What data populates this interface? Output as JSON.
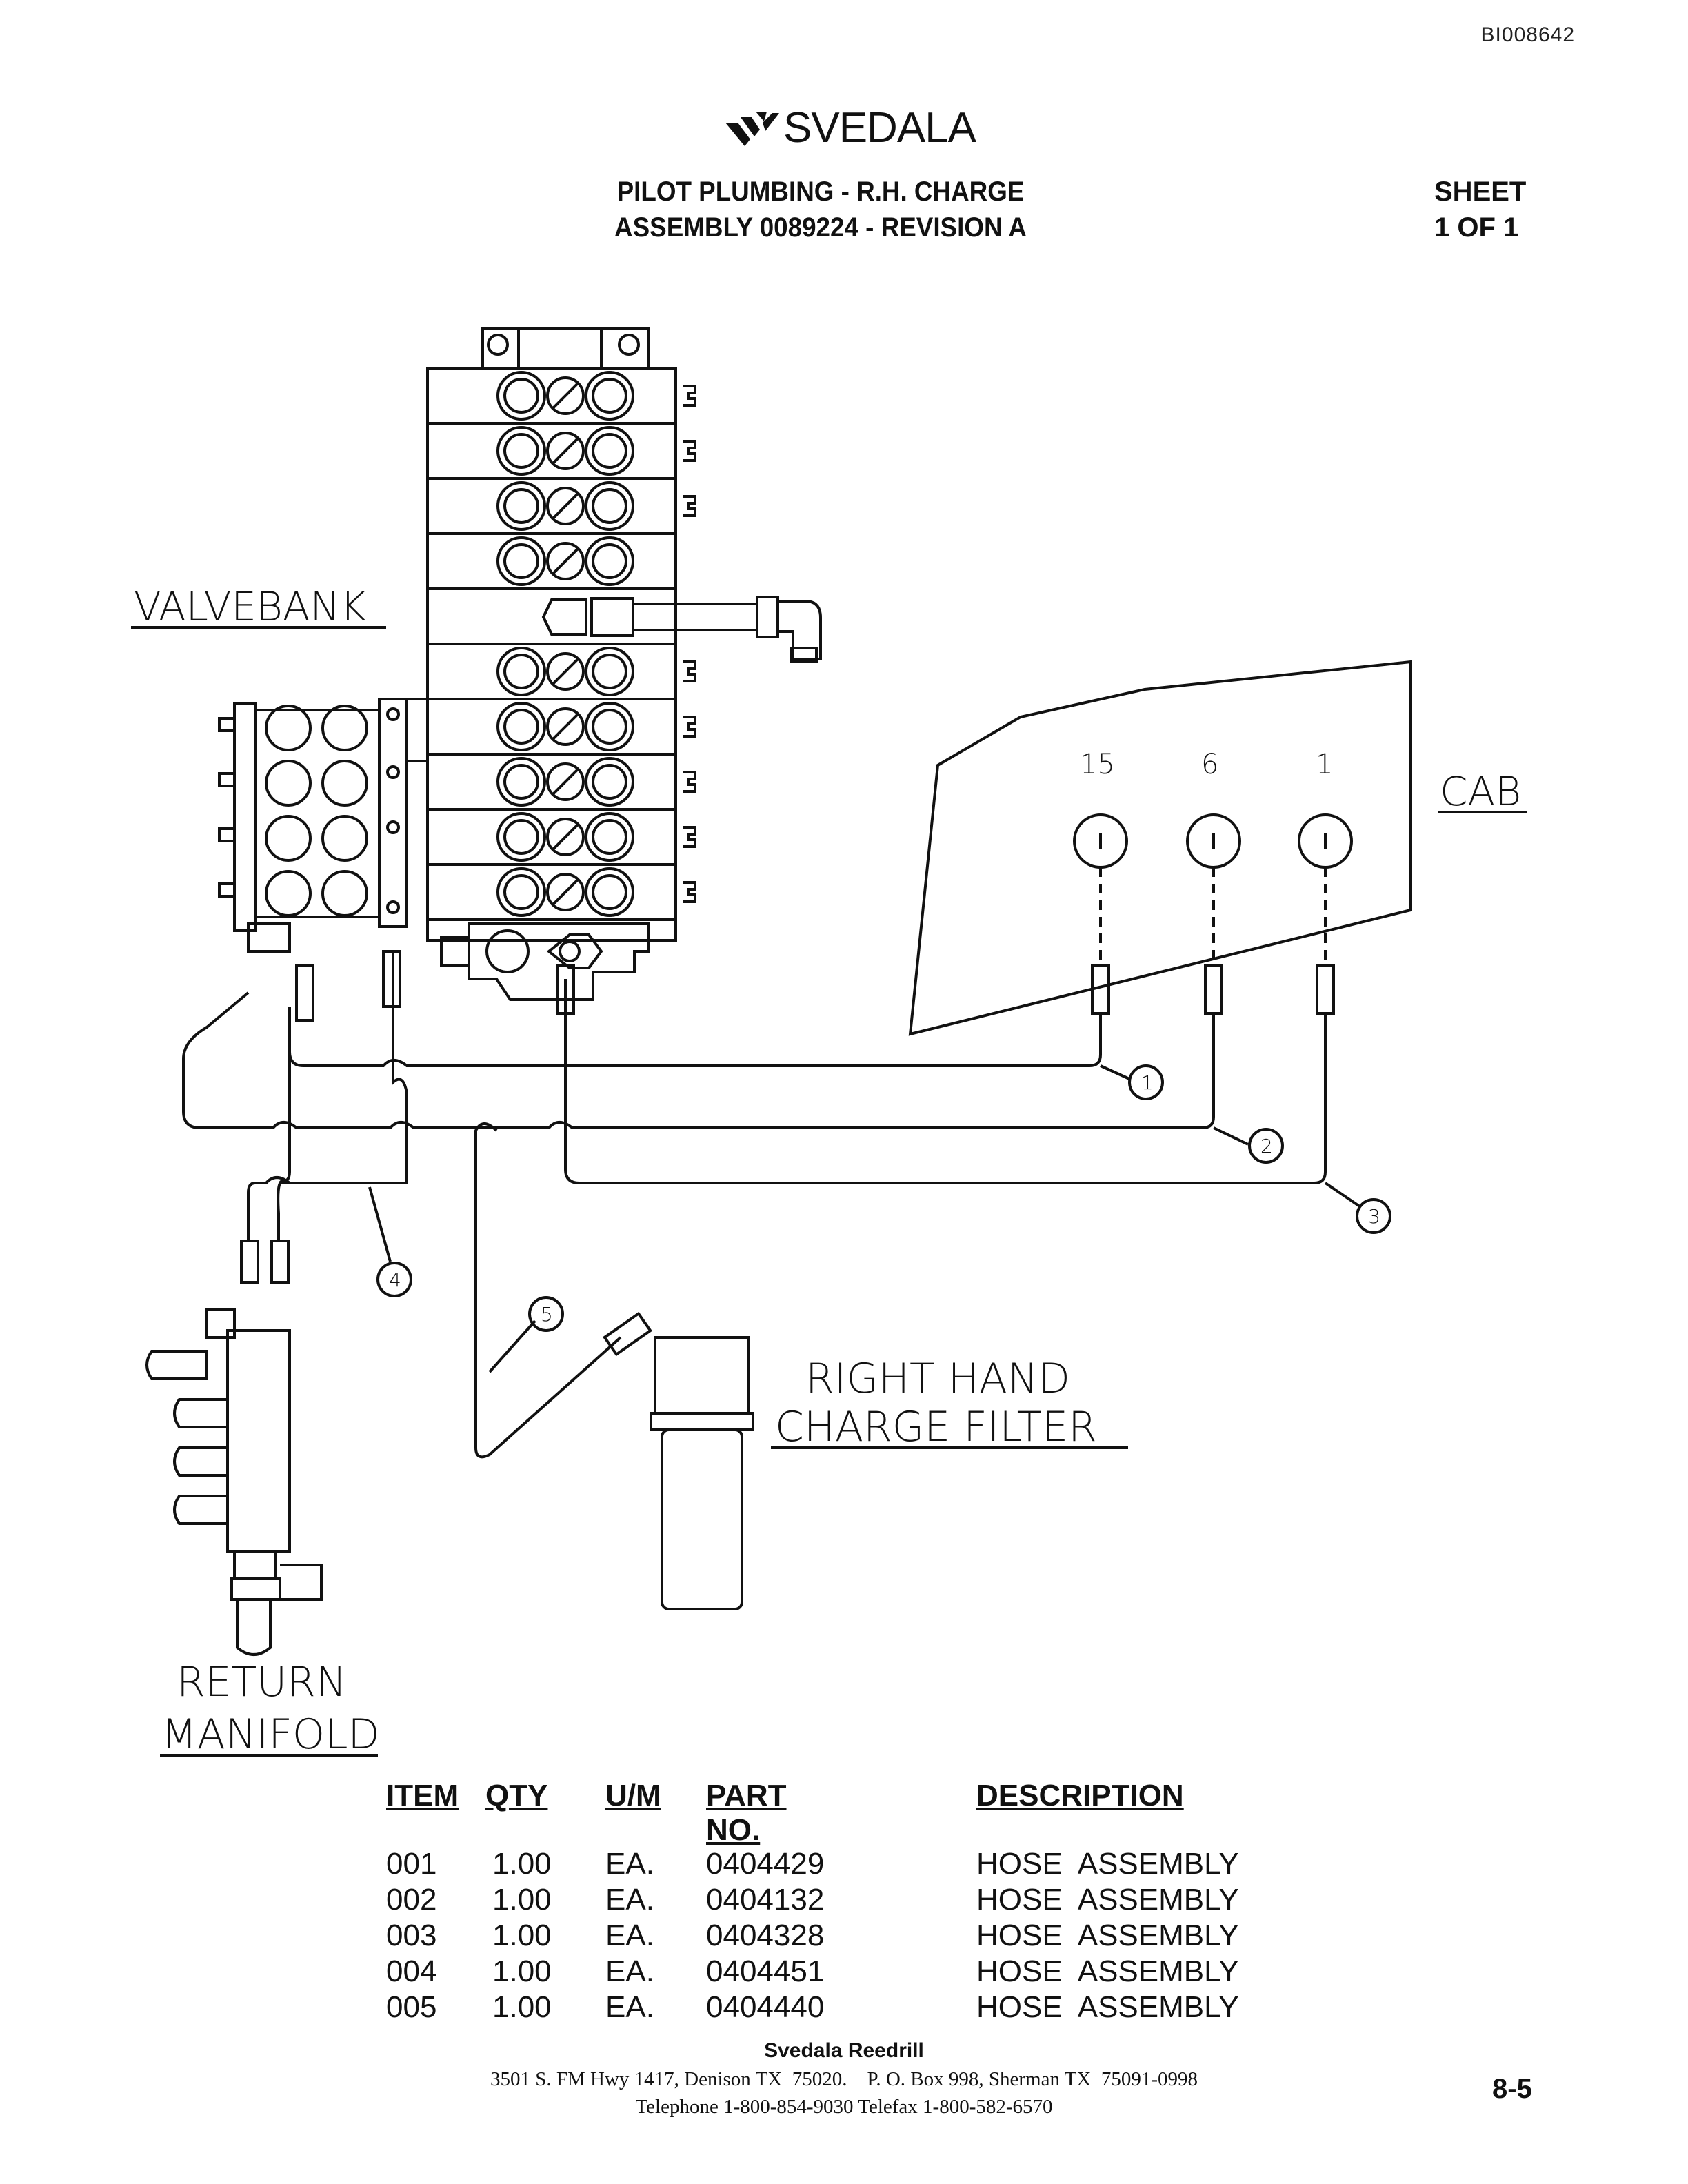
{
  "document_id": "BI008642",
  "logo": {
    "text": "SVEDALA"
  },
  "title": {
    "line1": "PILOT PLUMBING - R.H. CHARGE",
    "line2": "ASSEMBLY 0089224 - REVISION A"
  },
  "sheet": {
    "line1": "SHEET",
    "line2": "1 OF 1"
  },
  "drawing": {
    "labels": {
      "valvebank": "VALVEBANK",
      "cab": "CAB",
      "charge_filter_line1": "RIGHT  HAND",
      "charge_filter_line2": "CHARGE  FILTER",
      "return_manifold_line1": "RETURN",
      "return_manifold_line2": "MANIFOLD"
    },
    "cab_ports": [
      "15",
      "6",
      "1"
    ],
    "callouts": [
      "1",
      "2",
      "3",
      "4",
      "5"
    ]
  },
  "parts_list": {
    "headers": {
      "item": "ITEM",
      "qty": "QTY",
      "um": "U/M",
      "part_no": "PART NO.",
      "description": "DESCRIPTION"
    },
    "rows": [
      {
        "item": "001",
        "qty": "1.00",
        "um": "EA.",
        "part_no": "0404429",
        "description": "HOSE  ASSEMBLY"
      },
      {
        "item": "002",
        "qty": "1.00",
        "um": "EA.",
        "part_no": "0404132",
        "description": "HOSE  ASSEMBLY"
      },
      {
        "item": "003",
        "qty": "1.00",
        "um": "EA.",
        "part_no": "0404328",
        "description": "HOSE  ASSEMBLY"
      },
      {
        "item": "004",
        "qty": "1.00",
        "um": "EA.",
        "part_no": "0404451",
        "description": "HOSE  ASSEMBLY"
      },
      {
        "item": "005",
        "qty": "1.00",
        "um": "EA.",
        "part_no": "0404440",
        "description": "HOSE  ASSEMBLY"
      }
    ]
  },
  "footer": {
    "company": "Svedala Reedrill",
    "address": "3501 S. FM Hwy 1417, Denison TX  75020.    P. O. Box 998, Sherman TX  75091-0998",
    "phone": "Telephone 1-800-854-9030 Telefax 1-800-582-6570",
    "page_number": "8-5"
  }
}
